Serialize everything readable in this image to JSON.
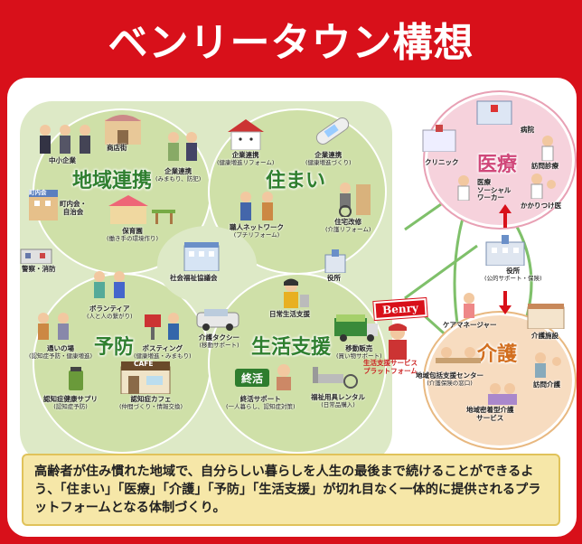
{
  "title": "ベンリータウン構想",
  "sections": {
    "chiiki": "地域連携",
    "sumai": "住まい",
    "yobo": "予防",
    "seikatsu": "生活支援",
    "iryo": "医療",
    "kaigo": "介護"
  },
  "labels": {
    "shotengai": "商店街",
    "chushokigyo": "中小企業",
    "kigyo_renkei_1": "企業連携",
    "kigyo_renkei_1_sub": "(みまもり、防犯)",
    "chonaikai": "町内会・\n自治会",
    "hoikuen": "保育園",
    "hoikuen_sub": "(働き手の環境作り)",
    "kigyo_renkei_2": "企業連携",
    "kigyo_renkei_2_sub": "(健康増進リフォーム)",
    "kigyo_renkei_3": "企業連携",
    "kigyo_renkei_3_sub": "(健康増進づくり)",
    "shokunin": "職人ネットワーク",
    "shokunin_sub": "(プチリフォーム)",
    "jutaku_kaishu": "住宅改修",
    "jutaku_kaishu_sub": "(介護リフォーム)",
    "keisatsu": "警察・消防",
    "shakai_fukushi": "社会福祉協議会",
    "yakusho_1": "役所",
    "seikatsu_platform": "生活支援サービス\nプラットフォーム",
    "brand": "Benry",
    "volunteer": "ボランティア",
    "volunteer_sub": "(人と人の繋がり)",
    "posting": "ポスティング",
    "posting_sub": "(健康増進・みまもり)",
    "kayoiba": "通いの場",
    "kayoiba_sub": "(認知症予防・健康増進)",
    "ninchisho_cafe": "認知症カフェ",
    "ninchisho_cafe_sub": "(仲間づくり・情報交換)",
    "cafe_sign": "CAFE",
    "ninchisho_supple": "認知症健康サプリ",
    "ninchisho_supple_sub": "(認知症予防)",
    "nichijo_seikatsu": "日常生活支援",
    "kaigo_taxi": "介護タクシー",
    "kaigo_taxi_sub": "(移動サポート)",
    "ido_hanbai": "移動販売",
    "ido_hanbai_sub": "(買い物サポート)",
    "shukatsu": "終活",
    "shukatsu_support": "終活サポート",
    "shukatsu_support_sub": "(一人暮らし、認知症対策)",
    "fukushi_yogu": "福祉用具レンタル",
    "fukushi_yogu_sub": "(日常品購入)",
    "clinic": "クリニック",
    "byoin": "病院",
    "iryo_sw": "医療\nソーシャル\nワーカー",
    "homon_shinryo": "訪問診療",
    "kakaritsuke": "かかりつけ医",
    "yakusho_2": "役所",
    "yakusho_2_sub": "(公的サポート・保険)",
    "care_manager": "ケアマネージャー",
    "kaigo_shisetsu": "介護施設",
    "chiiki_hokatsu": "地域包括支援センター",
    "chiiki_hokatsu_sub": "(介護保険の窓口)",
    "homon_kaigo": "訪問介護",
    "chiiki_mitchaku": "地域密着型介護\nサービス",
    "machi_sign": "町内会"
  },
  "footer": "高齢者が住み慣れた地域で、自分らしい暮らしを人生の最後まで続けることができるよう、「住まい」「医療」「介護」「予防」「生活支援」が切れ目なく一体的に提供されるプラットフォームとなる体制づくり。",
  "colors": {
    "brand_red": "#d8101a",
    "green_bg": "#dde9c6",
    "green_circle": "#cfe0a8",
    "green_text": "#2f7f2f",
    "iryo_pink": "#f6d2dc",
    "kaigo_orange": "#f7dcc0",
    "footer_bg": "#f6e7a8"
  }
}
